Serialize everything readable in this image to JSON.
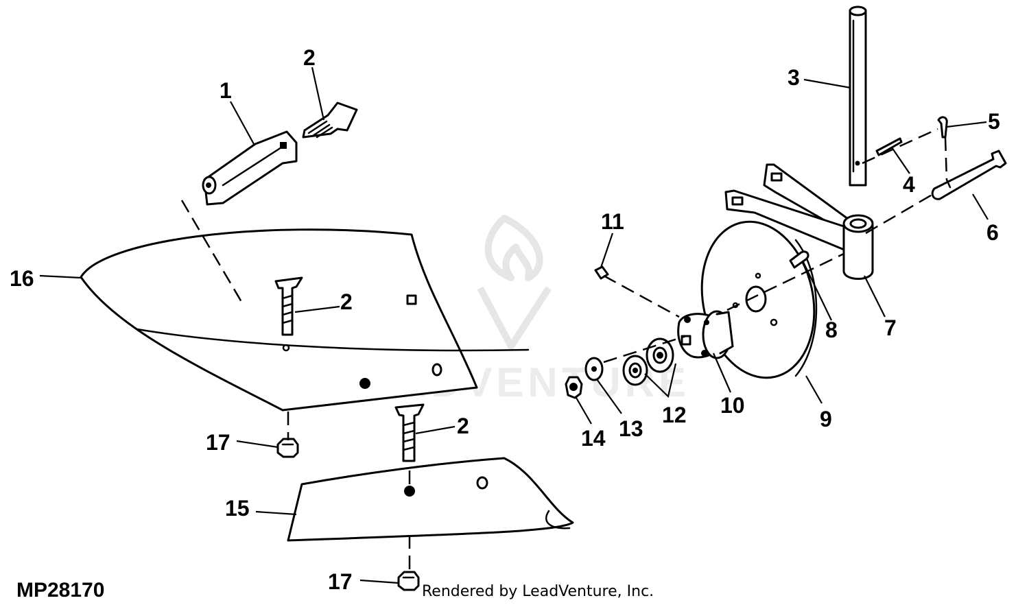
{
  "diagram": {
    "reference_code": "MP28170",
    "credit": "Rendered by LeadVenture, Inc.",
    "watermark": "LEADVENTURE",
    "callouts": [
      "1",
      "2",
      "2",
      "2",
      "3",
      "4",
      "5",
      "6",
      "7",
      "8",
      "9",
      "10",
      "11",
      "12",
      "13",
      "14",
      "15",
      "16",
      "17",
      "17"
    ]
  }
}
